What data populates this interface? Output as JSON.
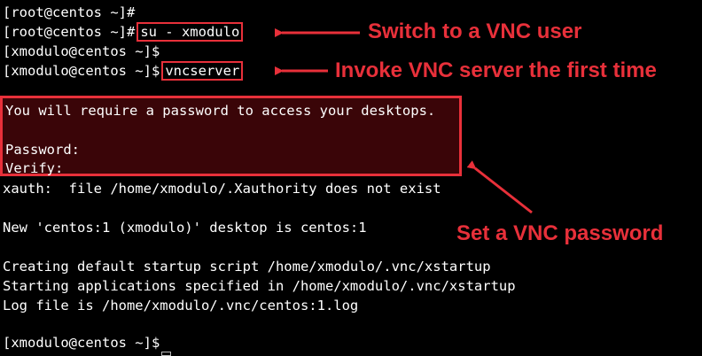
{
  "terminal": {
    "lines": [
      "[root@centos ~]#",
      "[root@centos ~]#",
      "[xmodulo@centos ~]$",
      "[xmodulo@centos ~]$",
      "xauth:  file /home/xmodulo/.Xauthority does not exist",
      "New 'centos:1 (xmodulo)' desktop is centos:1",
      "Creating default startup script /home/xmodulo/.vnc/xstartup",
      "Starting applications specified in /home/xmodulo/.vnc/xstartup",
      "Log file is /home/xmodulo/.vnc/centos:1.log",
      "[xmodulo@centos ~]$"
    ],
    "commands": {
      "su": "su - xmodulo",
      "vncserver": "vncserver"
    },
    "highlighted_output": [
      "You will require a password to access your desktops.",
      "Password:",
      "Verify:"
    ]
  },
  "annotations": {
    "switch_user": "Switch to a VNC user",
    "invoke_vnc": "Invoke VNC server the first time",
    "set_password": "Set a VNC password"
  },
  "colors": {
    "background": "#000000",
    "text": "#ffffff",
    "annotation": "#e8303a",
    "highlight_fill": "#3a0508"
  }
}
